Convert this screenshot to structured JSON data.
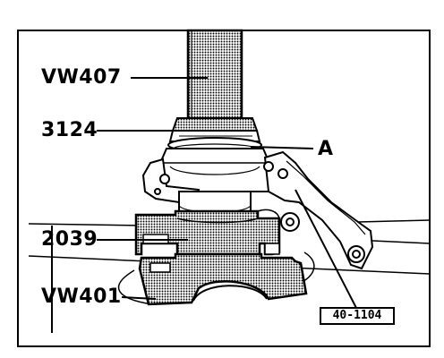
{
  "callouts": {
    "tool_vw407": "VW407",
    "tool_3124": "3124",
    "part_a": "A",
    "tool_2039": "2039",
    "tool_vw401": "VW401"
  },
  "figure_ref": "40-1104",
  "colors": {
    "ink": "#000000",
    "paper": "#ffffff",
    "tone": "#a8a8a8"
  }
}
